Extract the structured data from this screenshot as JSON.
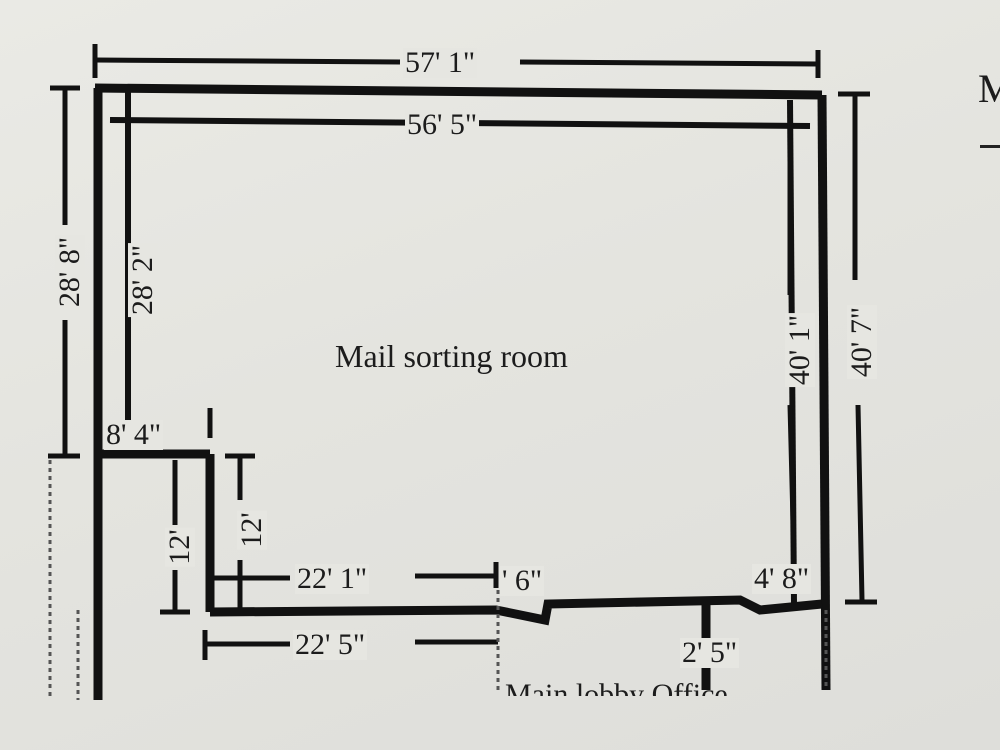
{
  "room": {
    "label": "Mail sorting room"
  },
  "dimensions": {
    "outer_top_width": "57' 1\"",
    "inner_top_width": "56' 5\"",
    "outer_left_height": "28' 8\"",
    "inner_left_height": "28' 2\"",
    "inner_right_height": "40' 1\"",
    "outer_right_height": "40' 7\"",
    "left_step_width": "8' 4\"",
    "left_step_height_a": "12'",
    "left_step_height_b": "12'",
    "bottom_inner_width": "22' 1\"",
    "bottom_outer_width": "22' 5\"",
    "door_gap": "' 6\"",
    "right_step": "4' 8\"",
    "office_wall": "2' 5\""
  },
  "adjacent_rooms": {
    "bottom_labels": "Main lobby Office"
  },
  "edge_marks": {
    "right_edge": "M"
  }
}
